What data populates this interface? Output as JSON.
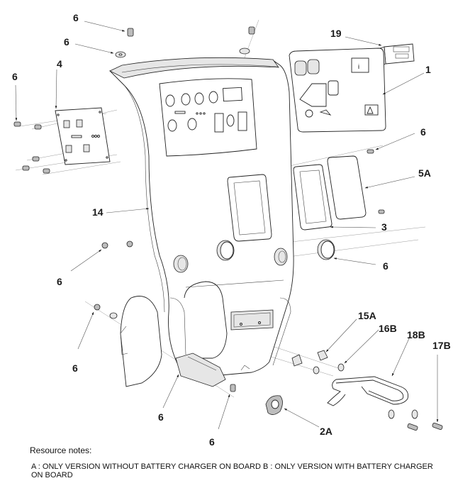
{
  "diagram": {
    "type": "exploded-parts-drawing",
    "subject": "Control panel housing assembly",
    "callouts": [
      {
        "id": "c-6-top-screw",
        "label": "6",
        "part": "screw"
      },
      {
        "id": "c-6-top-washer",
        "label": "6",
        "part": "washer"
      },
      {
        "id": "c-19",
        "label": "19",
        "part": "connector-block"
      },
      {
        "id": "c-4",
        "label": "4",
        "part": "switch-plate"
      },
      {
        "id": "c-6-left-screw",
        "label": "6",
        "part": "screw"
      },
      {
        "id": "c-1",
        "label": "1",
        "part": "control-label-decal"
      },
      {
        "id": "c-6-right-screw",
        "label": "6",
        "part": "screw"
      },
      {
        "id": "c-5A",
        "label": "5A",
        "part": "cover-plate"
      },
      {
        "id": "c-14",
        "label": "14",
        "part": "console-housing"
      },
      {
        "id": "c-3",
        "label": "3",
        "part": "display-frame"
      },
      {
        "id": "c-6-left-nut",
        "label": "6",
        "part": "nut"
      },
      {
        "id": "c-6-right-plug",
        "label": "6",
        "part": "plug"
      },
      {
        "id": "c-6-lower-nut",
        "label": "6",
        "part": "nut"
      },
      {
        "id": "c-15A",
        "label": "15A",
        "part": "grommet"
      },
      {
        "id": "c-16B",
        "label": "16B",
        "part": "washer"
      },
      {
        "id": "c-18B",
        "label": "18B",
        "part": "cable-clamp-bracket"
      },
      {
        "id": "c-17B",
        "label": "17B",
        "part": "screw"
      },
      {
        "id": "c-6-bracket",
        "label": "6",
        "part": "bracket"
      },
      {
        "id": "c-6-bottom-screw",
        "label": "6",
        "part": "screw"
      },
      {
        "id": "c-2A",
        "label": "2A",
        "part": "cable-gland"
      }
    ],
    "decal_info_symbol": "i"
  },
  "notes": {
    "title": "Resource notes:",
    "body": "A : ONLY VERSION WITHOUT BATTERY CHARGER ON BOARD B : ONLY VERSION WITH BATTERY CHARGER ON BOARD"
  }
}
